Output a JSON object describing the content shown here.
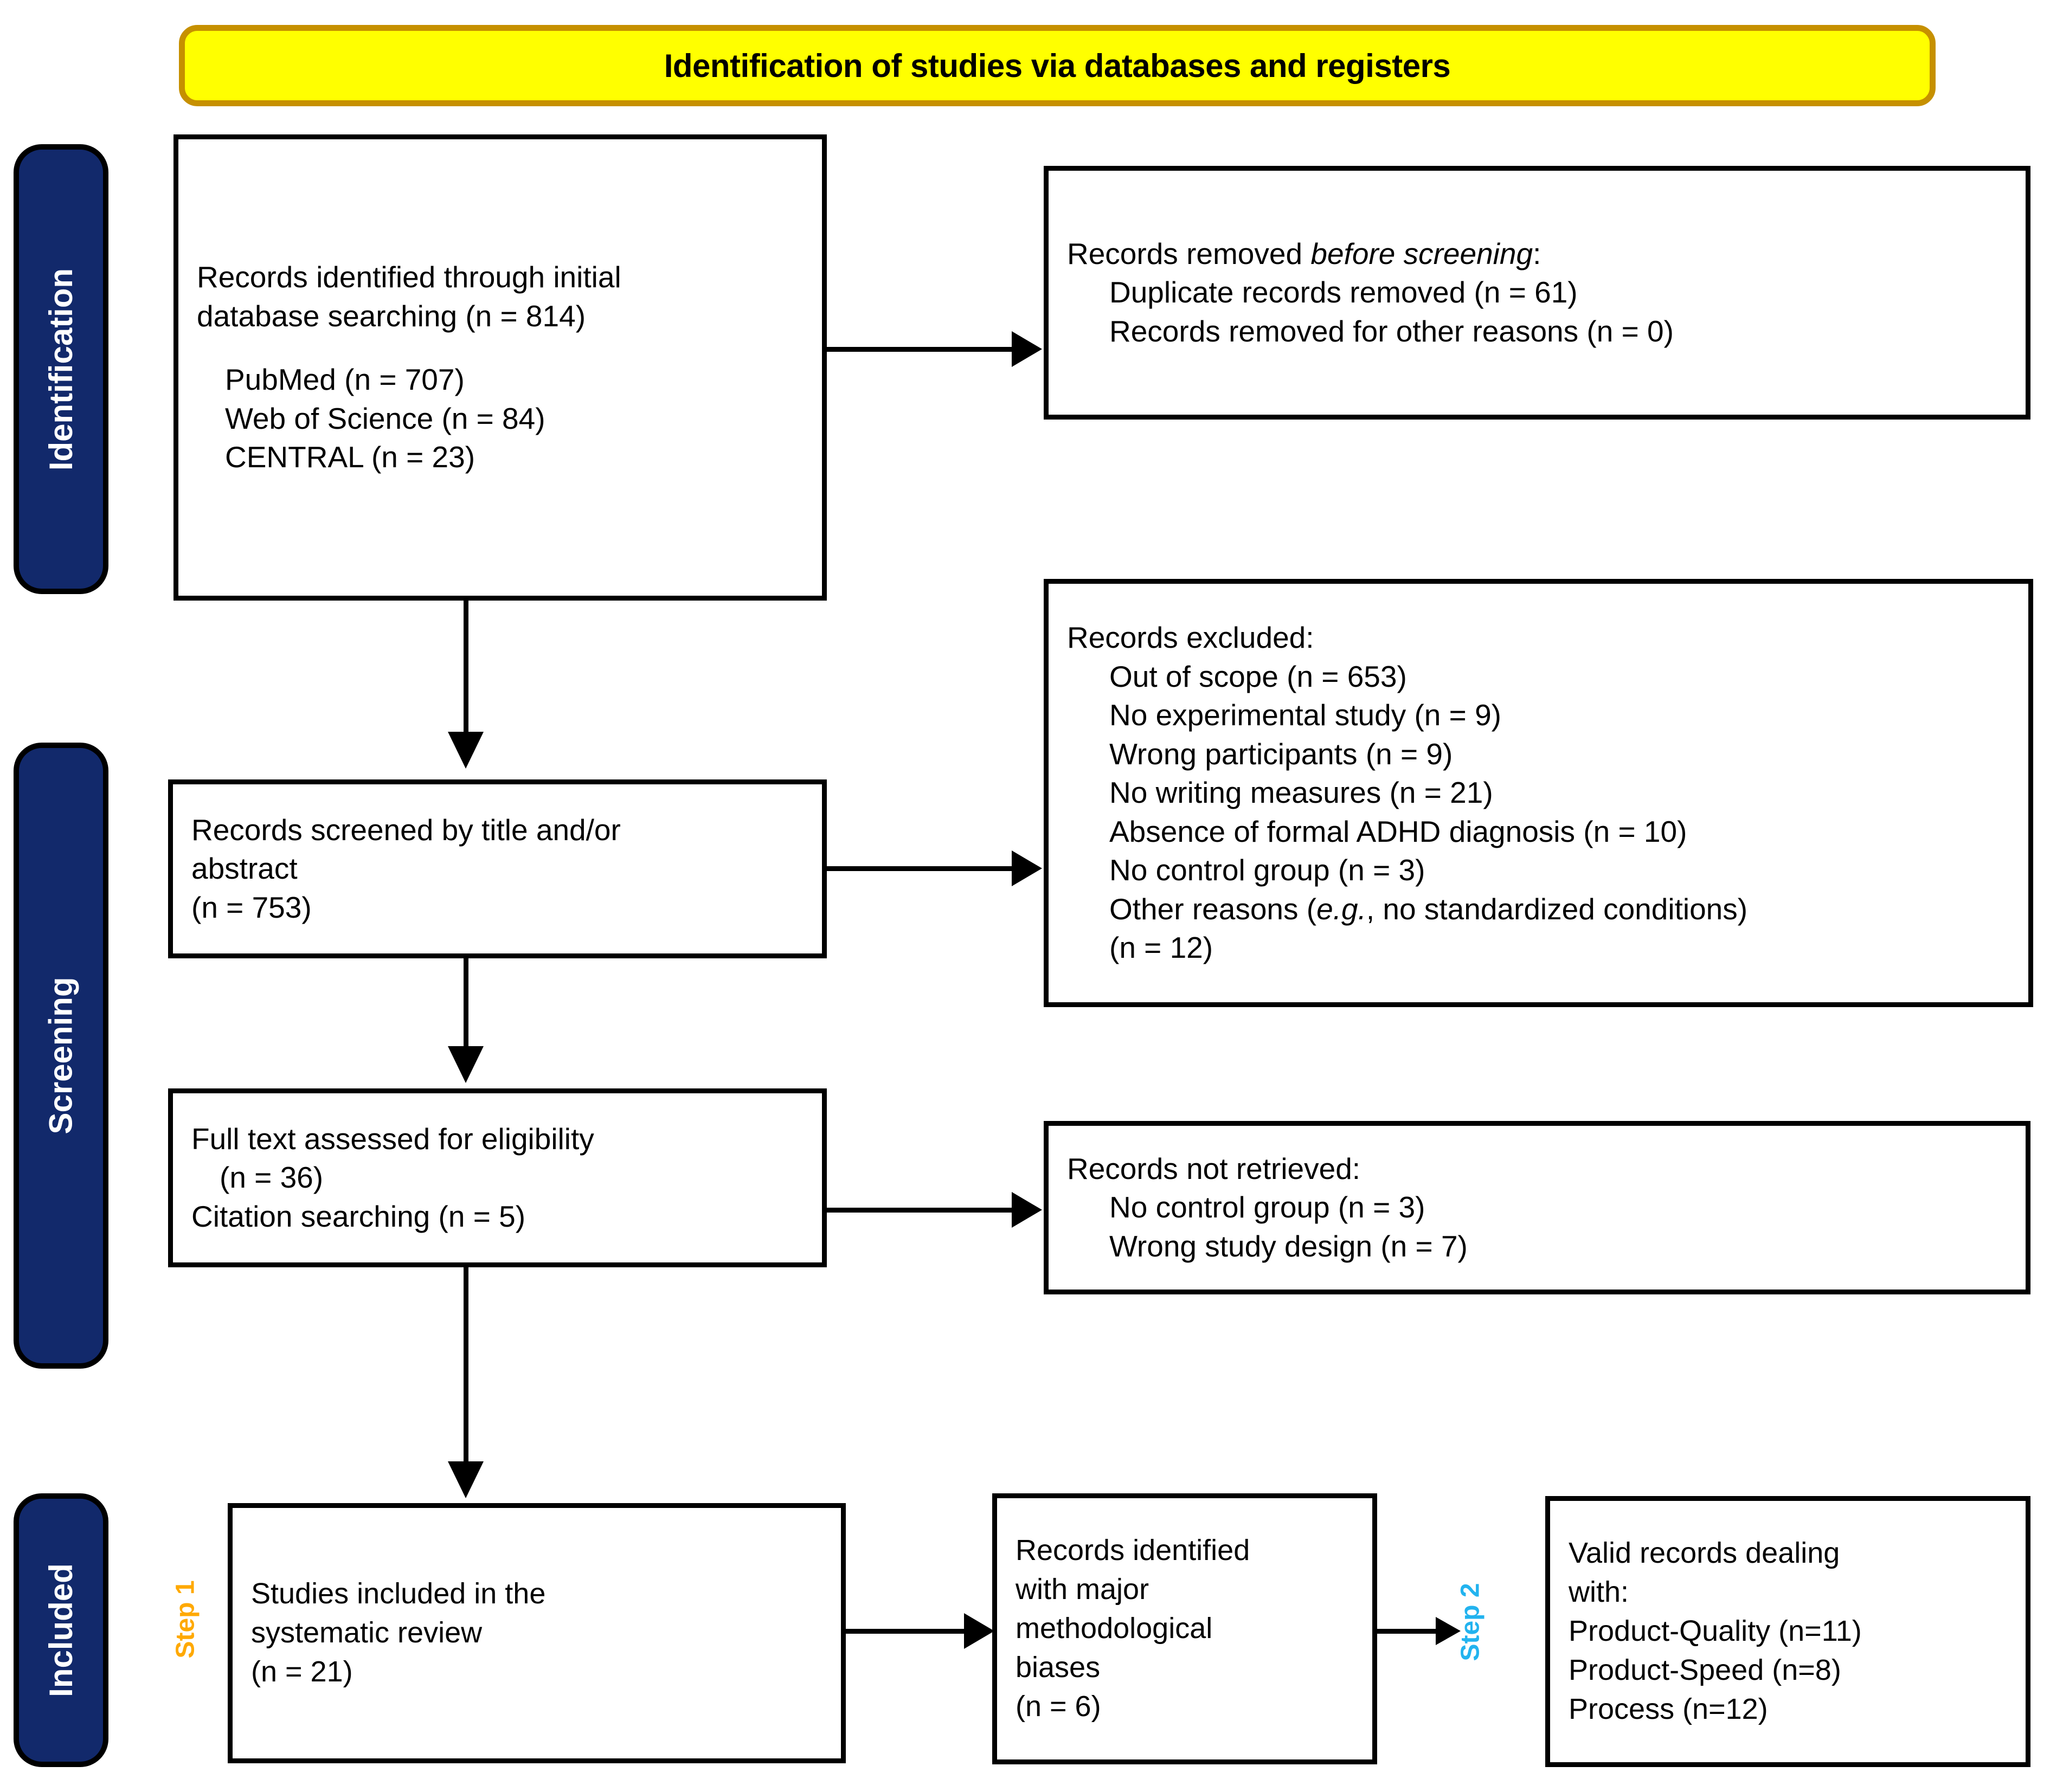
{
  "banner": {
    "title": "Identification of studies via databases and registers"
  },
  "phases": [
    {
      "id": "identification",
      "label": "Identification"
    },
    {
      "id": "screening",
      "label": "Screening"
    },
    {
      "id": "included",
      "label": "Included"
    }
  ],
  "steps": [
    {
      "id": "step1",
      "label": "Step 1",
      "color": "#ffa900"
    },
    {
      "id": "step2",
      "label": "Step 2",
      "color": "#22b3ef"
    }
  ],
  "boxes": {
    "identified": {
      "line1": "Records identified through initial",
      "line2": "database searching (n = 814)",
      "line3": "PubMed (n = 707)",
      "line4": "Web of Science (n = 84)",
      "line5": "CENTRAL (n = 23)"
    },
    "removed": {
      "line1_pre": "Records removed ",
      "line1_em": "before screening",
      "line1_post": ":",
      "line2": "Duplicate records removed (n = 61)",
      "line3": "Records removed for other reasons (n = 0)"
    },
    "screened": {
      "line1": "Records screened by title and/or",
      "line2": "abstract",
      "line3": "(n = 753)"
    },
    "excluded": {
      "line1": "Records excluded:",
      "line2": "Out of scope (n = 653)",
      "line3": "No experimental study (n = 9)",
      "line4": "Wrong participants (n = 9)",
      "line5": "No writing measures (n = 21)",
      "line6": "Absence of formal ADHD diagnosis (n = 10)",
      "line7": "No control group (n = 3)",
      "line8_pre": "Other reasons (",
      "line8_em": "e.g.",
      "line8_post": ", no standardized conditions)",
      "line9": "(n = 12)"
    },
    "fulltext": {
      "line1": "Full text assessed for eligibility",
      "line2": "(n = 36)",
      "line3": "Citation searching (n = 5)"
    },
    "notretrieved": {
      "line1": "Records not retrieved:",
      "line2": "No control group (n = 3)",
      "line3": "Wrong study design (n = 7)"
    },
    "studies": {
      "line1": "Studies included in the",
      "line2": "systematic review",
      "line3": "(n = 21)"
    },
    "majorbias": {
      "line1": "Records identified",
      "line2": "with major",
      "line3": "methodological",
      "line4": "biases",
      "line5": "(n = 6)"
    },
    "valid": {
      "line1": "Valid records dealing",
      "line2": "with:",
      "line3": "Product-Quality (n=11)",
      "line4": "Product-Speed (n=8)",
      "line5": "Process (n=12)"
    }
  },
  "colors": {
    "banner_fill": "#ffff00",
    "banner_border": "#c69000",
    "phase_fill": "#12296b",
    "box_border": "#000000",
    "step1": "#ffa900",
    "step2": "#22b3ef"
  }
}
